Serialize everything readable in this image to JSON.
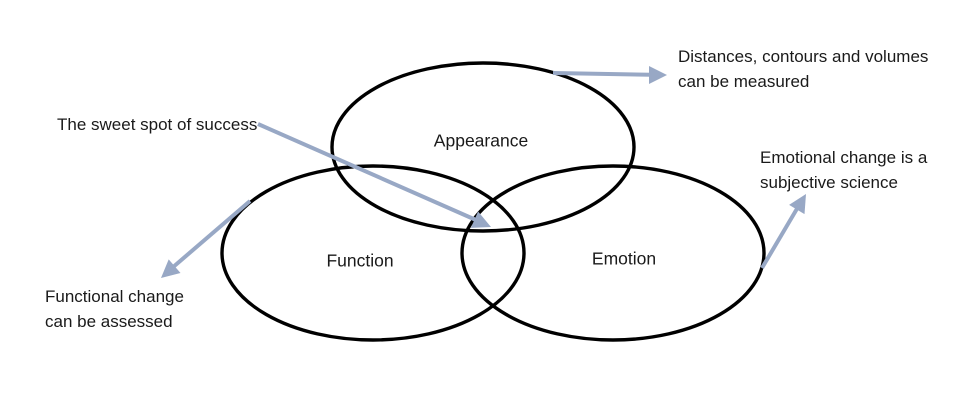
{
  "diagram": {
    "type": "venn",
    "circles": {
      "appearance": {
        "label": "Appearance"
      },
      "function": {
        "label": "Function"
      },
      "emotion": {
        "label": "Emotion"
      }
    },
    "annotations": {
      "measured": {
        "line1": "Distances, contours and volumes",
        "line2": "can be measured",
        "points_to": "appearance"
      },
      "sweet_spot": {
        "text": "The sweet spot of success",
        "points_to": "center-intersection"
      },
      "functional": {
        "line1": "Functional change",
        "line2": "can be assessed",
        "points_from": "function"
      },
      "emotional": {
        "line1": "Emotional change is a",
        "line2": "subjective science",
        "points_from": "emotion"
      }
    },
    "colors": {
      "ellipse_stroke": "#000000",
      "arrow": "#98A8C5",
      "text": "#1A1A1A",
      "background": "#FFFFFF"
    }
  }
}
